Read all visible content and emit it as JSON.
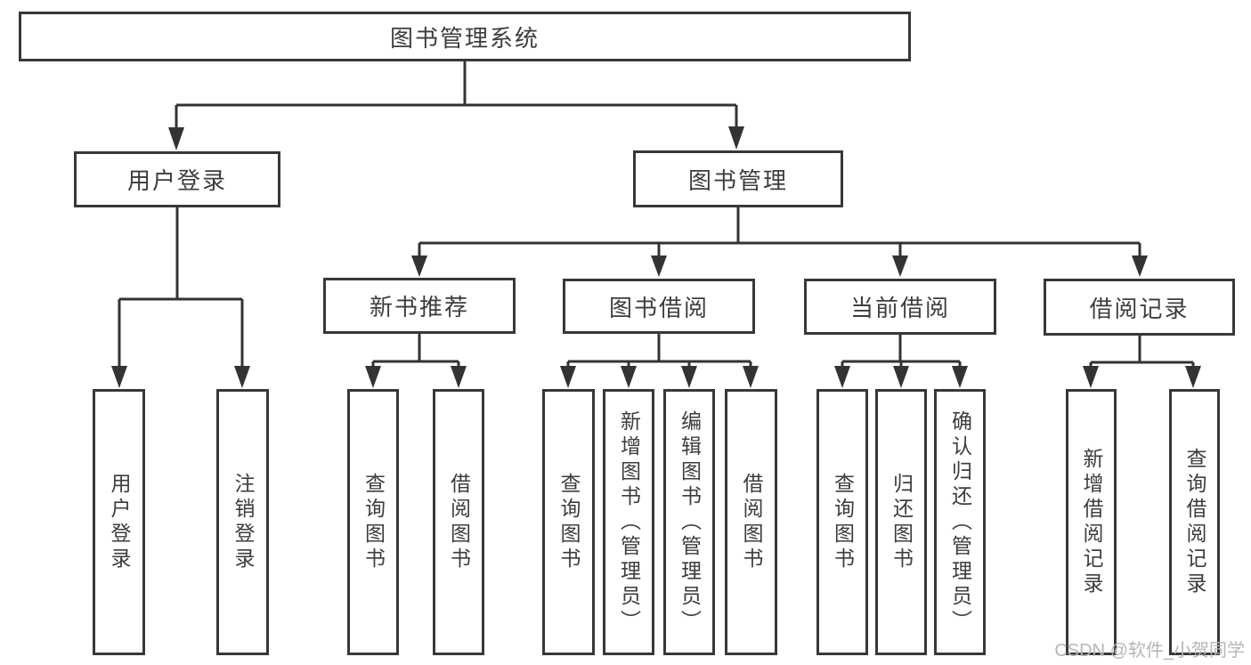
{
  "tree": {
    "label": "图书管理系统",
    "children": [
      {
        "label": "用户登录",
        "children": [
          {
            "label": "用户登录"
          },
          {
            "label": "注销登录"
          }
        ]
      },
      {
        "label": "图书管理",
        "children": [
          {
            "label": "新书推荐",
            "children": [
              {
                "label": "查询图书"
              },
              {
                "label": "借阅图书"
              }
            ]
          },
          {
            "label": "图书借阅",
            "children": [
              {
                "label": "查询图书"
              },
              {
                "label": "新增图书（管理员）"
              },
              {
                "label": "编辑图书（管理员）"
              },
              {
                "label": "借阅图书"
              }
            ]
          },
          {
            "label": "当前借阅",
            "children": [
              {
                "label": "查询图书"
              },
              {
                "label": "归还图书"
              },
              {
                "label": "确认归还（管理员）"
              }
            ]
          },
          {
            "label": "借阅记录",
            "children": [
              {
                "label": "新增借阅记录"
              },
              {
                "label": "查询借阅记录"
              }
            ]
          }
        ]
      }
    ]
  },
  "watermark": "CSDN @软件_小贺同学",
  "colors": {
    "line": "#333333",
    "border": "#383838",
    "text": "#3d3d3d",
    "watermark_text": "#b6b6b6",
    "background": "#ffffff"
  }
}
